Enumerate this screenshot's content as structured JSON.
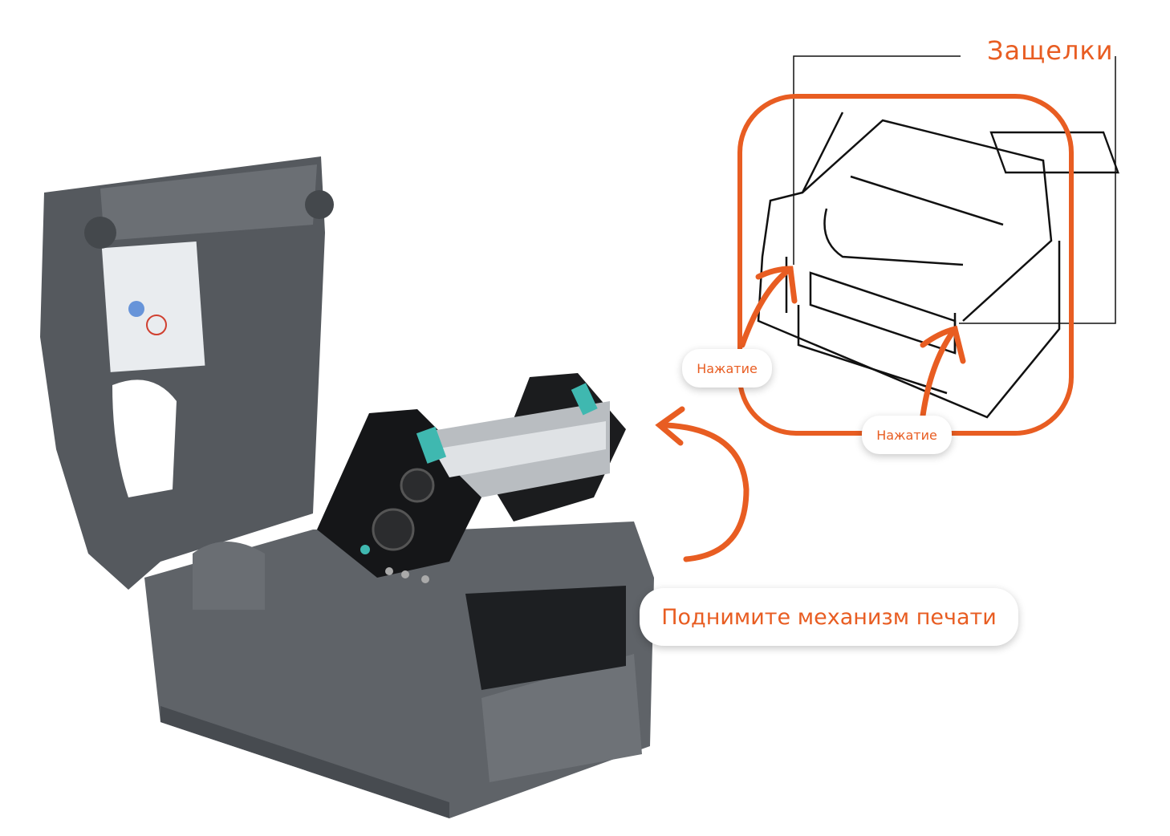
{
  "callouts": {
    "latches_title": "Защелки",
    "press_left": "Нажатие",
    "press_right": "Нажатие",
    "instruction": "Поднимите механизм печати"
  },
  "colors": {
    "accent": "#E85D22",
    "printer_body": "#5a5e63",
    "line_art": "#111111"
  },
  "icons": [
    "curved-arrow-icon",
    "press-arrow-icon"
  ]
}
